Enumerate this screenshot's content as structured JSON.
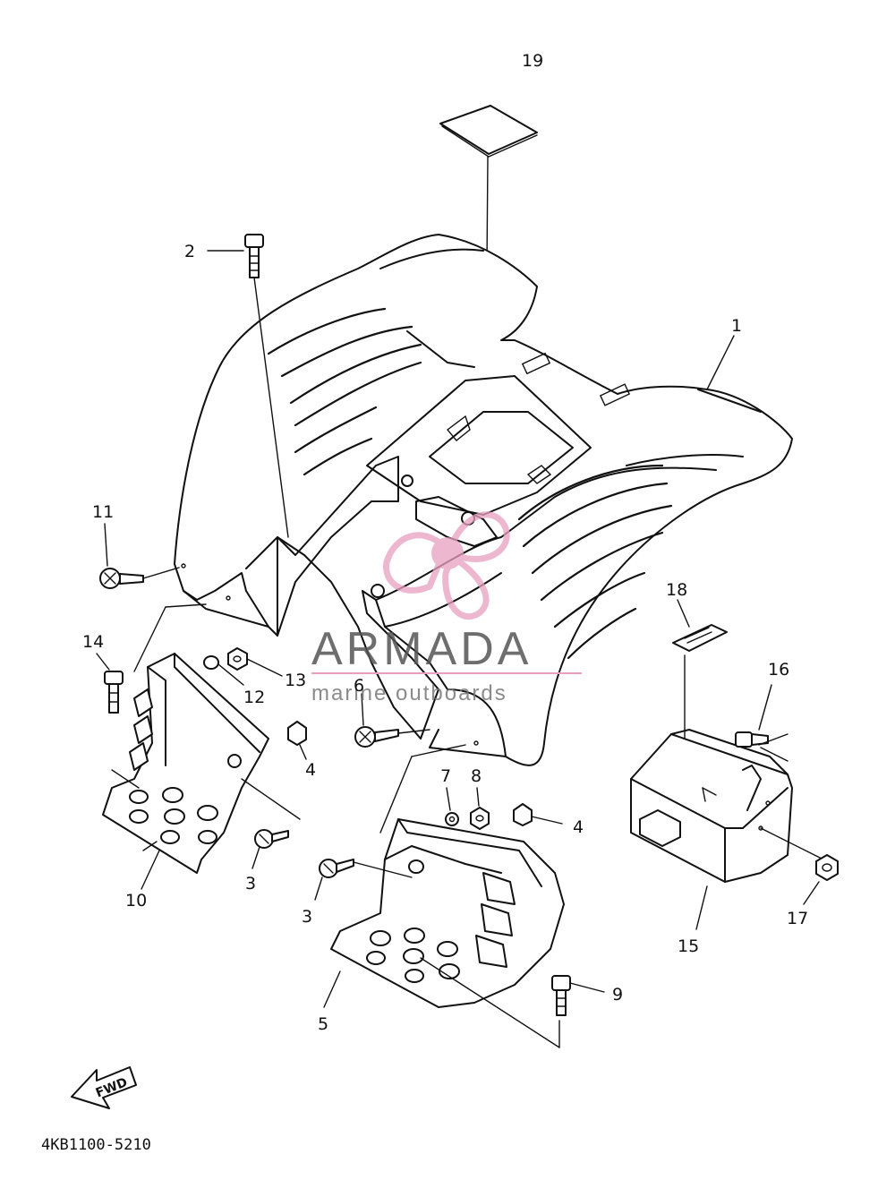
{
  "diagram": {
    "drawing_code": "4KB1100-5210",
    "fwd_label": "FWD",
    "watermark": {
      "brand": "ARMADA",
      "tagline": "marine outboards",
      "accent_color": "#e8a0c0"
    },
    "callouts": [
      {
        "id": "c19",
        "label": "19"
      },
      {
        "id": "c2",
        "label": "2"
      },
      {
        "id": "c1",
        "label": "1"
      },
      {
        "id": "c11",
        "label": "11"
      },
      {
        "id": "c18",
        "label": "18"
      },
      {
        "id": "c14",
        "label": "14"
      },
      {
        "id": "c13",
        "label": "13"
      },
      {
        "id": "c12",
        "label": "12"
      },
      {
        "id": "c6",
        "label": "6"
      },
      {
        "id": "c16",
        "label": "16"
      },
      {
        "id": "c4a",
        "label": "4"
      },
      {
        "id": "c7",
        "label": "7"
      },
      {
        "id": "c8",
        "label": "8"
      },
      {
        "id": "c4b",
        "label": "4"
      },
      {
        "id": "c10",
        "label": "10"
      },
      {
        "id": "c3a",
        "label": "3"
      },
      {
        "id": "c3b",
        "label": "3"
      },
      {
        "id": "c15",
        "label": "15"
      },
      {
        "id": "c17",
        "label": "17"
      },
      {
        "id": "c9",
        "label": "9"
      },
      {
        "id": "c5",
        "label": "5"
      }
    ]
  }
}
